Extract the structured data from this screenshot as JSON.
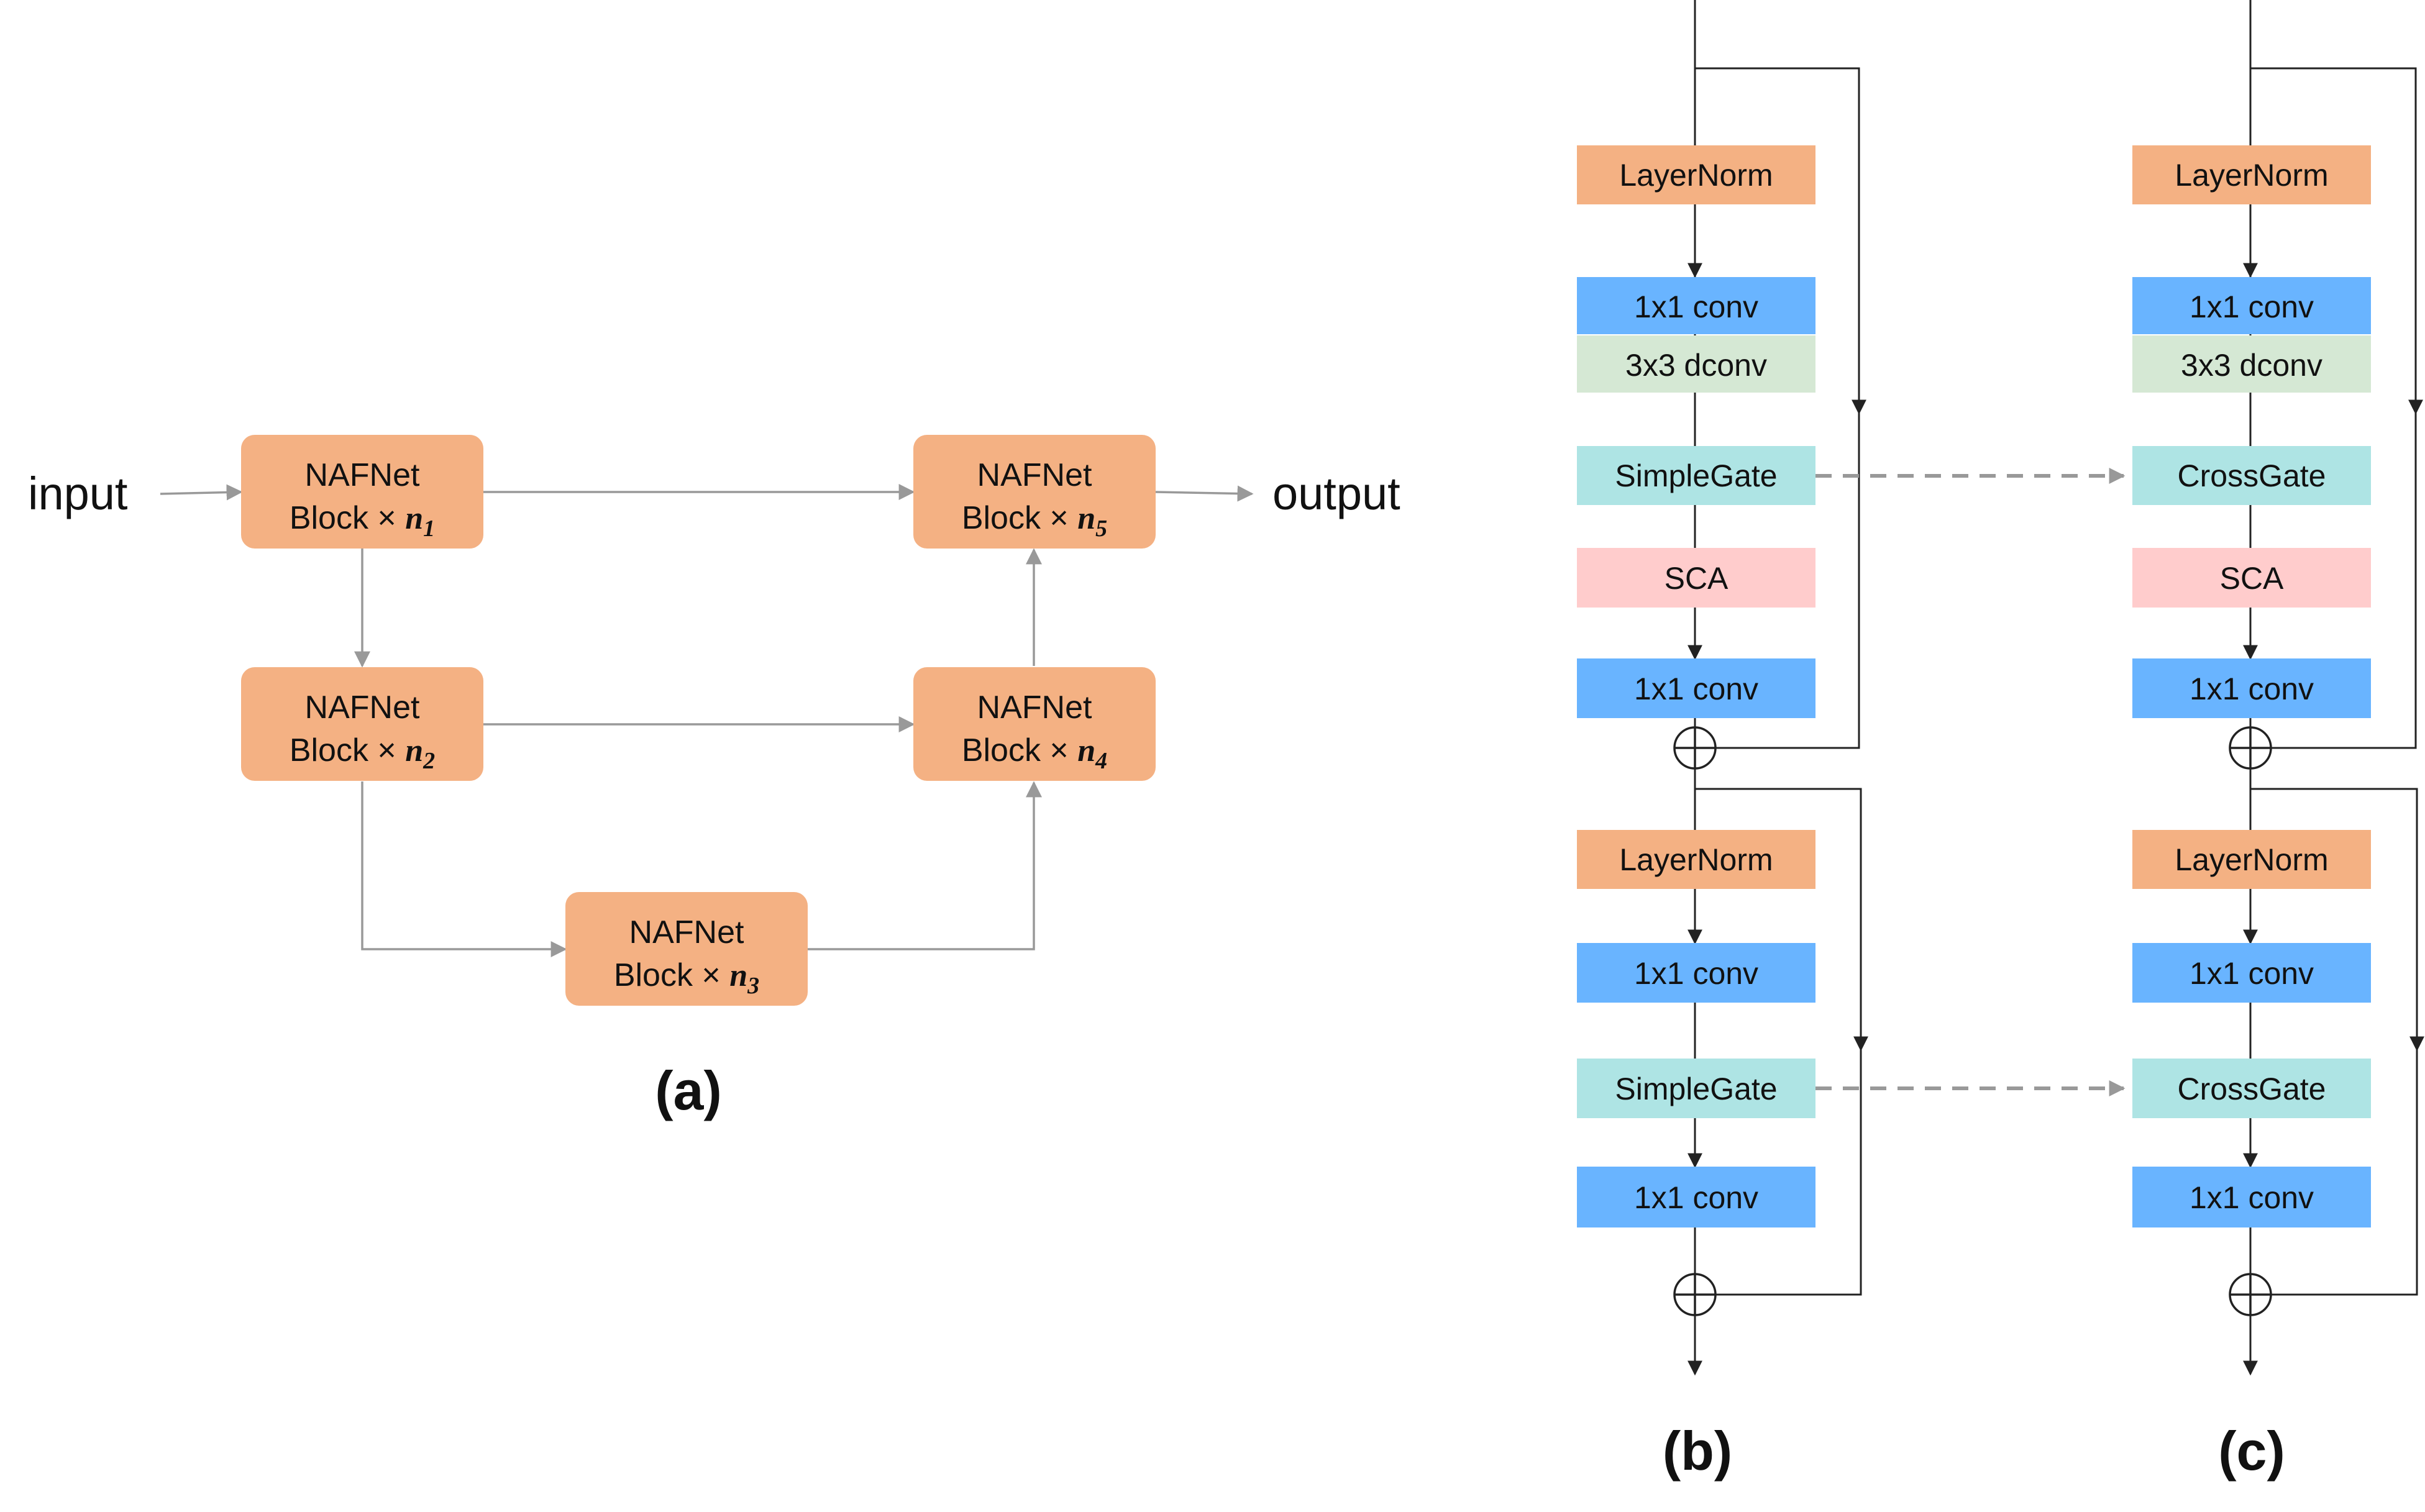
{
  "panel_a": {
    "input_label": "input",
    "output_label": "output",
    "caption": "(a)",
    "blocks": [
      {
        "line1": "NAFNet",
        "line2": "Block ×",
        "var": "n",
        "sub": "1"
      },
      {
        "line1": "NAFNet",
        "line2": "Block ×",
        "var": "n",
        "sub": "2"
      },
      {
        "line1": "NAFNet",
        "line2": "Block ×",
        "var": "n",
        "sub": "3"
      },
      {
        "line1": "NAFNet",
        "line2": "Block ×",
        "var": "n",
        "sub": "4"
      },
      {
        "line1": "NAFNet",
        "line2": "Block ×",
        "var": "n",
        "sub": "5"
      }
    ]
  },
  "panel_b": {
    "caption": "(b)",
    "top": [
      "LayerNorm",
      "1x1 conv",
      "3x3 dconv",
      "SimpleGate",
      "SCA",
      "1x1 conv"
    ],
    "bottom": [
      "LayerNorm",
      "1x1 conv",
      "SimpleGate",
      "1x1 conv"
    ]
  },
  "panel_c": {
    "caption": "(c)",
    "top": [
      "LayerNorm",
      "1x1 conv",
      "3x3 dconv",
      "CrossGate",
      "SCA",
      "1x1 conv"
    ],
    "bottom": [
      "LayerNorm",
      "1x1 conv",
      "CrossGate",
      "1x1 conv"
    ]
  },
  "colors": {
    "naf_block": "#F4B183",
    "layernorm": "#F4B183",
    "conv": "#69B4FF",
    "dconv": "#D5E8D4",
    "gate": "#AEE4E4",
    "sca": "#FFCCCC",
    "line": "#999999",
    "dark_line": "#222222"
  }
}
